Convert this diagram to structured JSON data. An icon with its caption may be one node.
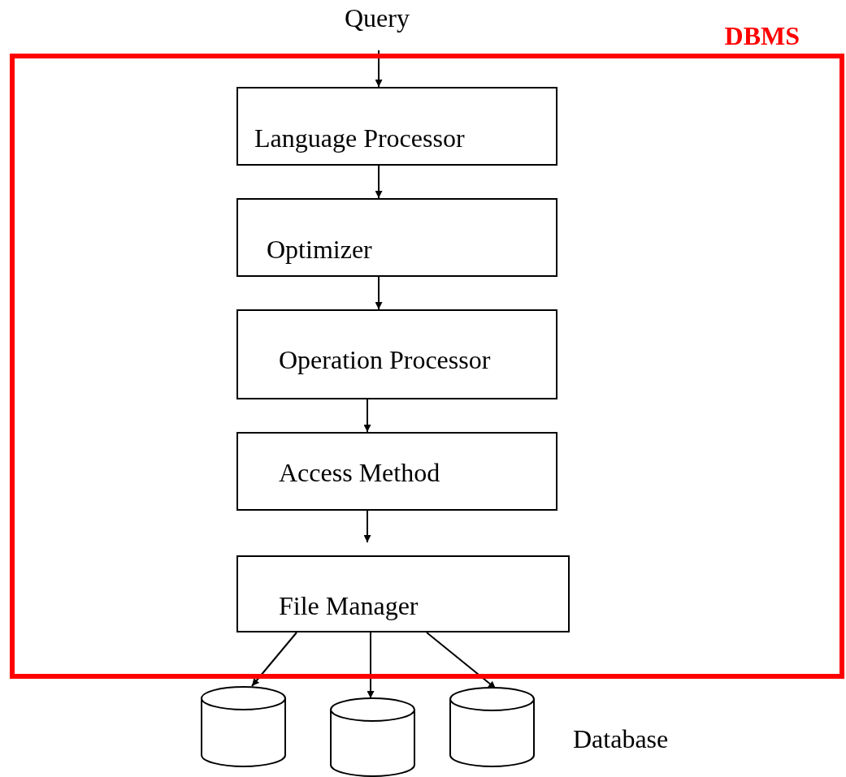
{
  "diagram": {
    "nodes": [
      {
        "text": [
          "DBMS"
        ]
      },
      {
        "text": [
          "Query"
        ]
      },
      {
        "text": [
          "Language Processor"
        ],
        "in": 0
      },
      {
        "text": [
          "Optimizer"
        ],
        "in": 0
      },
      {
        "text": [
          "Operation Processor"
        ],
        "in": 0
      },
      {
        "text": [
          "Access Method"
        ],
        "in": 0
      },
      {
        "text": [
          "File Manager"
        ],
        "in": 0
      },
      {
        "text": [],
        "shape": "cylinder"
      },
      {
        "text": [],
        "shape": "cylinder"
      },
      {
        "text": [],
        "shape": "cylinder"
      }
    ],
    "edges": [
      {
        "from": 1,
        "to": 2,
        "arrow": "to"
      },
      {
        "from": 2,
        "to": 3,
        "arrow": "to"
      },
      {
        "from": 3,
        "to": 4,
        "arrow": "to"
      },
      {
        "from": 4,
        "to": 5,
        "arrow": "to"
      },
      {
        "from": 5,
        "to": 6,
        "arrow": "to"
      },
      {
        "from": 6,
        "to": 7,
        "arrow": "to"
      },
      {
        "from": 6,
        "to": 8,
        "arrow": "to"
      },
      {
        "from": 6,
        "to": 9,
        "arrow": "to"
      }
    ],
    "labels": [
      "Database"
    ]
  }
}
